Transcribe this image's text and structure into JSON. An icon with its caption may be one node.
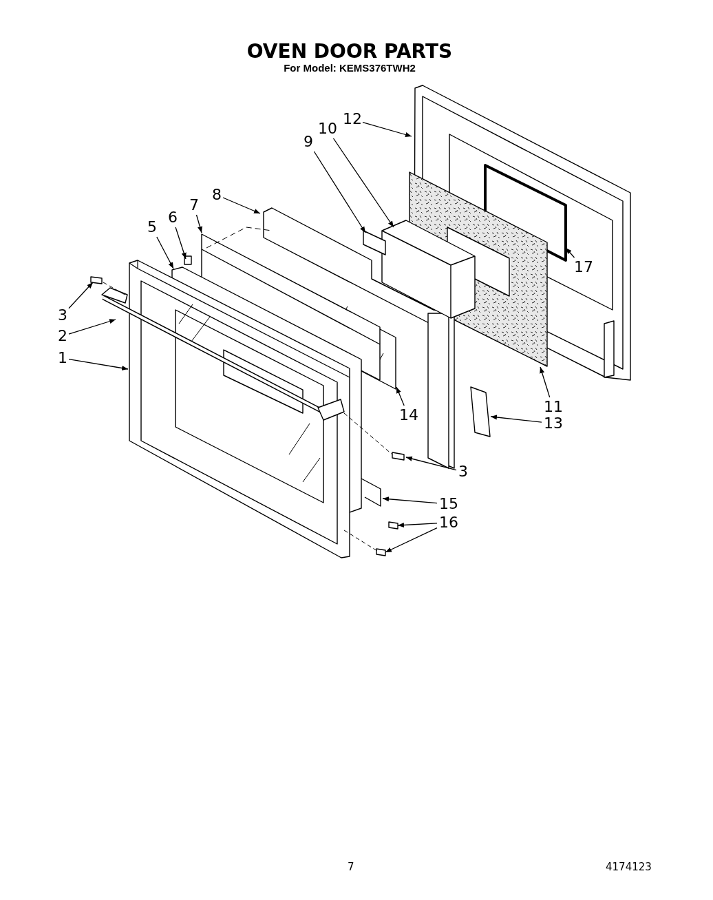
{
  "diagram": {
    "title": "OVEN DOOR PARTS",
    "nodes": [
      {
        "text": [
          "12"
        ]
      },
      {
        "text": [
          "10"
        ]
      },
      {
        "text": [
          "9"
        ]
      },
      {
        "text": [
          "8"
        ]
      },
      {
        "text": [
          "7"
        ]
      },
      {
        "text": [
          "6"
        ]
      },
      {
        "text": [
          "5"
        ]
      },
      {
        "text": [
          "17"
        ]
      },
      {
        "text": [
          "3"
        ]
      },
      {
        "text": [
          "2"
        ]
      },
      {
        "text": [
          "1"
        ]
      },
      {
        "text": [
          "11"
        ]
      },
      {
        "text": [
          "14"
        ]
      },
      {
        "text": [
          "13"
        ]
      },
      {
        "text": [
          "3"
        ]
      },
      {
        "text": [
          "15"
        ]
      },
      {
        "text": [
          "16"
        ]
      }
    ],
    "edges": [
      {
        "from": 0,
        "to": null,
        "arrow": "to"
      },
      {
        "from": 1,
        "to": null,
        "arrow": "to"
      },
      {
        "from": 2,
        "to": null,
        "arrow": "to"
      },
      {
        "from": 3,
        "to": null,
        "arrow": "to"
      },
      {
        "from": 4,
        "to": null,
        "arrow": "to"
      },
      {
        "from": 5,
        "to": null,
        "arrow": "to"
      },
      {
        "from": 6,
        "to": null,
        "arrow": "to"
      },
      {
        "from": 7,
        "to": null,
        "arrow": "to"
      },
      {
        "from": 8,
        "to": null,
        "arrow": "to"
      },
      {
        "from": 9,
        "to": null,
        "arrow": "to"
      },
      {
        "from": 10,
        "to": null,
        "arrow": "to"
      },
      {
        "from": 11,
        "to": null,
        "arrow": "to"
      },
      {
        "from": 12,
        "to": null,
        "arrow": "to"
      },
      {
        "from": 13,
        "to": null,
        "arrow": "to"
      },
      {
        "from": 14,
        "to": null,
        "arrow": "to"
      },
      {
        "from": 15,
        "to": null,
        "arrow": "to"
      },
      {
        "from": 16,
        "to": null,
        "arrow": "to"
      },
      {
        "from": 16,
        "to": null,
        "arrow": "to"
      }
    ],
    "labels": [
      "For Model: KEMS376TWH2",
      "7",
      "4174123"
    ]
  }
}
